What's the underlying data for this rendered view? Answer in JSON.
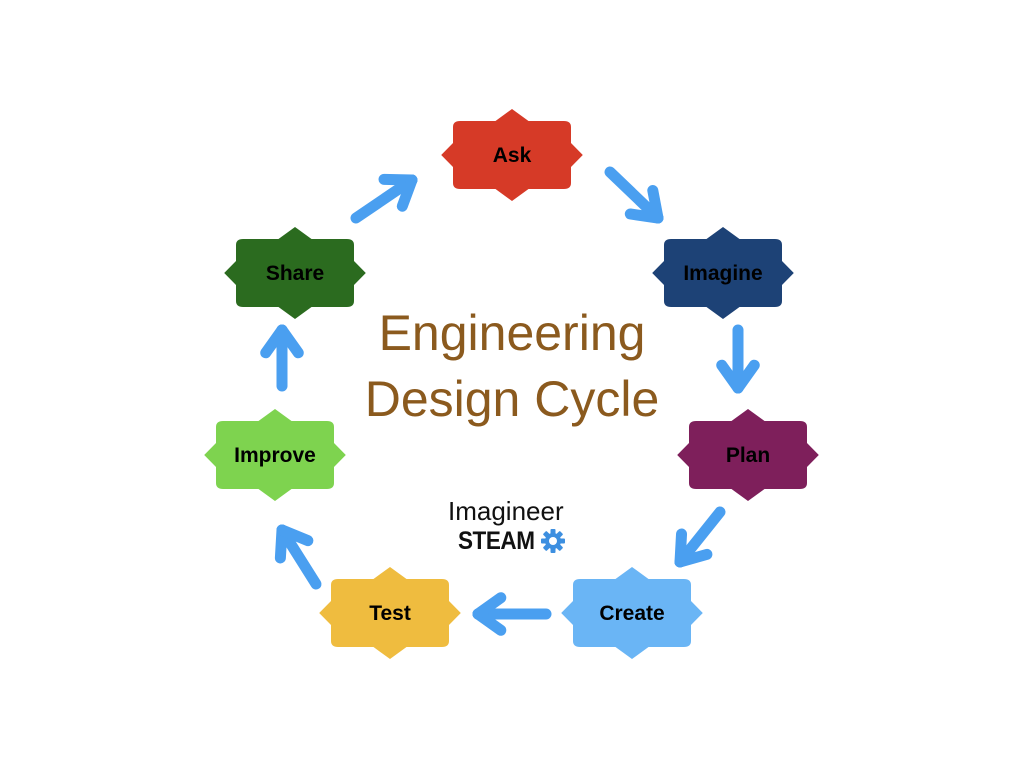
{
  "diagram": {
    "title_line1": "Engineering",
    "title_line2": "Design Cycle",
    "logo_line1": "Imagineer",
    "logo_line2": "STEAM",
    "nodes": [
      {
        "label": "Ask",
        "color": "#d63a27"
      },
      {
        "label": "Imagine",
        "color": "#1d4276"
      },
      {
        "label": "Plan",
        "color": "#7e1f5b"
      },
      {
        "label": "Create",
        "color": "#6ab5f5"
      },
      {
        "label": "Test",
        "color": "#efbc3f"
      },
      {
        "label": "Improve",
        "color": "#7ed34f"
      },
      {
        "label": "Share",
        "color": "#2b6b1f"
      }
    ],
    "colors": {
      "arrow": "#4a9ff0",
      "title": "#8b5a1e",
      "logo_gear": "#3d8fe0"
    },
    "icons": {
      "arrow": "arrow-icon",
      "gear": "gear-icon"
    }
  }
}
